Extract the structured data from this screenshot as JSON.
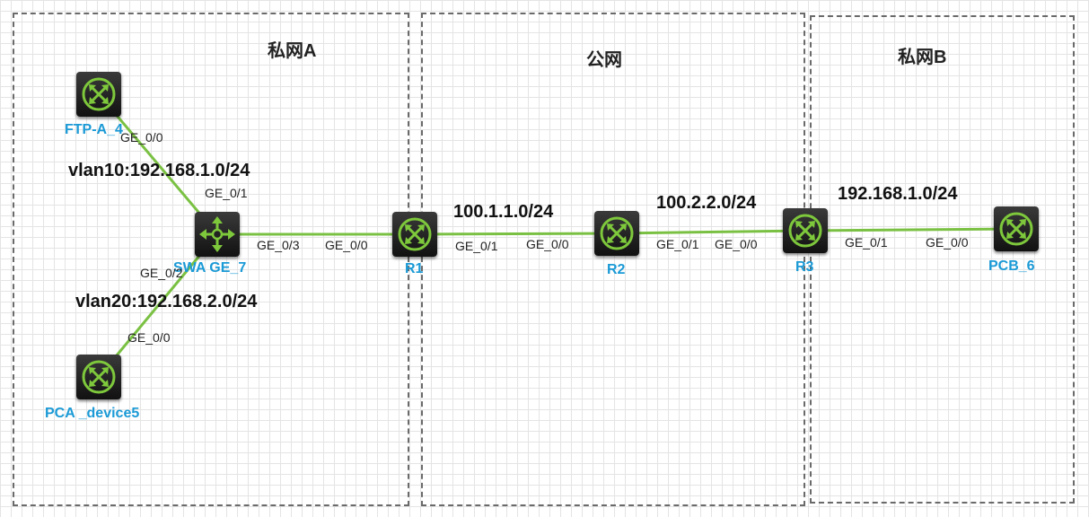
{
  "colors": {
    "link": "#7ac143",
    "device_ring": "#7ec83c",
    "label_blue": "#1b9ad6"
  },
  "zones": {
    "private_a": "私网A",
    "public": "公网",
    "private_b": "私网B"
  },
  "devices": {
    "ftp": {
      "name": "FTP-A_4",
      "icon": "router-icon"
    },
    "swa": {
      "name": "SWA GE_7",
      "icon": "switch-icon"
    },
    "pca": {
      "name": "PCA _device5",
      "icon": "router-icon"
    },
    "r1": {
      "name": "R1",
      "icon": "router-icon"
    },
    "r2": {
      "name": "R2",
      "icon": "router-icon"
    },
    "r3": {
      "name": "R3",
      "icon": "router-icon"
    },
    "pcb": {
      "name": "PCB_6",
      "icon": "router-icon"
    }
  },
  "subnets": {
    "vlan10": "vlan10:192.168.1.0/24",
    "vlan20": "vlan20:192.168.2.0/24",
    "r1_r2": "100.1.1.0/24",
    "r2_r3": "100.2.2.0/24",
    "r3_pcb": "192.168.1.0/24"
  },
  "links": [
    {
      "from": "ftp",
      "to": "swa",
      "from_port": "GE_0/0",
      "to_port": "GE_0/1"
    },
    {
      "from": "pca",
      "to": "swa",
      "from_port": "GE_0/0",
      "to_port": "GE_0/2"
    },
    {
      "from": "swa",
      "to": "r1",
      "from_port": "GE_0/3",
      "to_port": "GE_0/0"
    },
    {
      "from": "r1",
      "to": "r2",
      "from_port": "GE_0/1",
      "to_port": "GE_0/0"
    },
    {
      "from": "r2",
      "to": "r3",
      "from_port": "GE_0/1",
      "to_port": "GE_0/0"
    },
    {
      "from": "r3",
      "to": "pcb",
      "from_port": "GE_0/1",
      "to_port": "GE_0/0"
    }
  ]
}
